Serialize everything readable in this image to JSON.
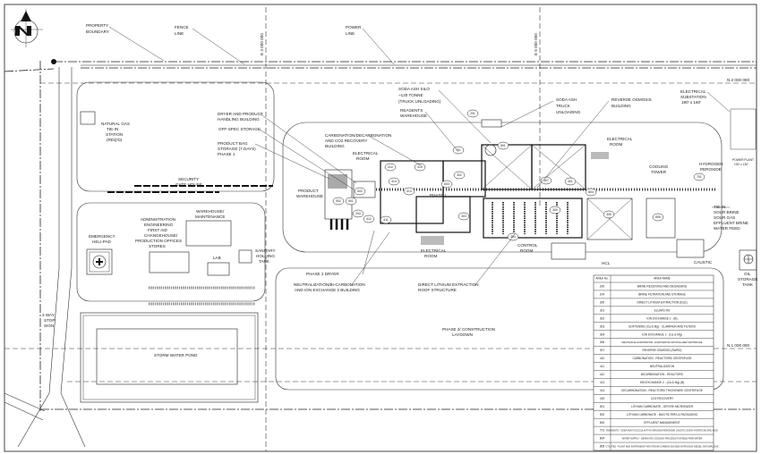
{
  "labels": {
    "property_boundary": [
      "PROPERTY",
      "BOUNDARY"
    ],
    "fence_line": [
      "FENCE",
      "LINE"
    ],
    "power_line": [
      "POWER",
      "LINE"
    ],
    "easting_4": "E 4 000 000",
    "easting_5": "E 5 000 000",
    "northing_2": "N 2 000 000",
    "northing_1": "N 1 000 000",
    "soda_ash_silo": [
      "SODA ASH SILO",
      "~120 TONNE",
      "(TRUCK UNLOADING)"
    ],
    "reagents_warehouse": [
      "REAGENTS",
      "WAREHOUSE"
    ],
    "soda_ash_truck": [
      "SODA ASH",
      "TRUCK",
      "UNLOADING"
    ],
    "reverse_osmosis": [
      "REVERSE OSMOSIS",
      "BUILDING"
    ],
    "electrical_substation": [
      "ELECTRICAL",
      "SUBSTATION",
      "190' x 160'"
    ],
    "power_plant": [
      "POWER PLANT",
      "130' x 130'"
    ],
    "electrical_room_ro": [
      "ELECTRICAL",
      "ROOM"
    ],
    "cooling_tower": [
      "COOLING",
      "TOWER"
    ],
    "hydrogen_peroxide": [
      "HYDROGEN",
      "PEROXIDE"
    ],
    "tie_in": [
      "TIE-IN",
      "SOUR BRINE",
      "SOUR GAS",
      "EFFLUENT BRINE",
      "WATER FEED"
    ],
    "hcl": "HCL",
    "caustic": "CAUSTIC",
    "oil_storage": [
      "OIL",
      "STORAGE",
      "TANK"
    ],
    "natural_gas": [
      "NATURAL GAS",
      "TIE-IN",
      "STATION",
      "(REQ'D)"
    ],
    "dryer_building": [
      "DRYER AND PRODUCT",
      "HANDLING BUILDING"
    ],
    "off_spec": "OFF-SPEC STORAGE",
    "product_bag": [
      "PRODUCT BAG",
      "STORAGE (7 DAYS)",
      "PHASE 1"
    ],
    "carbonation": [
      "CARBONATION/DECARBONATION",
      "AND CO2 RECOVERY",
      "BUILDING"
    ],
    "electrical_room_west": [
      "ELECTRICAL",
      "ROOM"
    ],
    "product_warehouse": [
      "PRODUCT",
      "WAREHOUSE"
    ],
    "phase_1": "PHASE I",
    "electrical_room_south": [
      "ELECTRICAL",
      "ROOM"
    ],
    "control_room": [
      "CONTROL",
      "ROOM"
    ],
    "security": [
      "SECURITY",
      "GATE HOUSE"
    ],
    "warehouse_maint": [
      "WAREHOUSE/",
      "MAINTENANCE"
    ],
    "admin": [
      "ADMINISTRATION",
      "ENGINEERING",
      "FIRST AID",
      "CHANGEHOUSE/",
      "PRODUCTION OFFICES",
      "STORES"
    ],
    "heli_pad": [
      "EMERGENCY",
      "HELI-PAD"
    ],
    "lab": "LAB",
    "sanitary": [
      "SANITARY",
      "HOLDING",
      "TANK"
    ],
    "phase_2_dryer": "PHASE 2 DRYER",
    "neutralization": [
      "NEUTRALIZATION/BI-CARBONATION",
      "AND ION EXCHANGE 2 BUILDING"
    ],
    "dle_roof": [
      "DIRECT LITHIUM EXTRACTION",
      "ROOF STRUCTURE"
    ],
    "laydown": [
      "PHASE 2/ CONSTRUCTION",
      "LAYDOWN"
    ],
    "storm_pond": "STORM WATER POND",
    "stop_sign": [
      "3 WAY",
      "STOP",
      "SIGN"
    ]
  },
  "area_tags": [
    "701",
    "501",
    "201",
    "204",
    "410",
    "415",
    "414",
    "600",
    "413",
    "502",
    "501",
    "302",
    "303",
    "304",
    "307",
    "301",
    "412",
    "411",
    "502",
    "306",
    "300",
    "804",
    "805",
    "701"
  ],
  "legend": {
    "headers": [
      "AREA No.",
      "AREA NAME"
    ],
    "rows": [
      [
        "200",
        "BRINE RECEIVING AND DEGASSING"
      ],
      [
        "204",
        "BRINE FILTRATION AND STORAGE"
      ],
      [
        "300",
        "DIRECT LITHIUM EXTRACTION (DLE)"
      ],
      [
        "301",
        "ELUATE RO"
      ],
      [
        "302",
        "ION EXCHANGE 1 - (B)"
      ],
      [
        "303",
        "SOFTENING (Ca & Mg) - CLARIFIER AND FILTERS"
      ],
      [
        "304",
        "ION EXCHANGE 1 - (Ca & Mg)"
      ],
      [
        "306",
        "MECHANICAL EVAPORATION - EVAPORATOR CRYSTALLIZER CENTRIFUGE"
      ],
      [
        "307",
        "REVERSE OSMOSIS (SWRO)"
      ],
      [
        "410",
        "CARBONATION - REACTORS/ CENTRIFUGE"
      ],
      [
        "411",
        "NEUTRALIZATION"
      ],
      [
        "412",
        "BICARBONATION - REACTORS"
      ],
      [
        "413",
        "ION EXCHANGE 2 - (Ca & Mg) (B)"
      ],
      [
        "414",
        "DECARBONATION - REACTORS/ THICKENER/ CENTRIFUGE"
      ],
      [
        "415",
        "CO2 RECOVERY"
      ],
      [
        "501",
        "LITHIUM CARBONATE - DRYER/ MICRONIZER"
      ],
      [
        "502",
        "LITHIUM CARBONATE - BAG FILTERS & PACKAGING"
      ],
      [
        "600",
        "EFFLUENT MANAGEMENT"
      ],
      [
        "701",
        "REAGENTS - SODA ASH/ FLOCCULANT/ HYDROGEN PEROXIDE/ CAUSTIC SODA/ HYDROCHLORIC ACID"
      ],
      [
        "804",
        "WATER SUPPLY - DEMIN/ RO/ COOLING PROCESS/ POTABLE/ FIRE WATER"
      ],
      [
        "805",
        "UTILITIES - PLANT AND INSTRUMENT AIR/ STEAM/ CARBON DIOXIDE/ NITROGEN/ DIESEL/ NATURAL GAS"
      ]
    ]
  },
  "icons": {
    "north_arrow": "north-arrow-icon",
    "helipad": "helipad-cross-icon",
    "oil_tank": "tank-cross-icon"
  }
}
